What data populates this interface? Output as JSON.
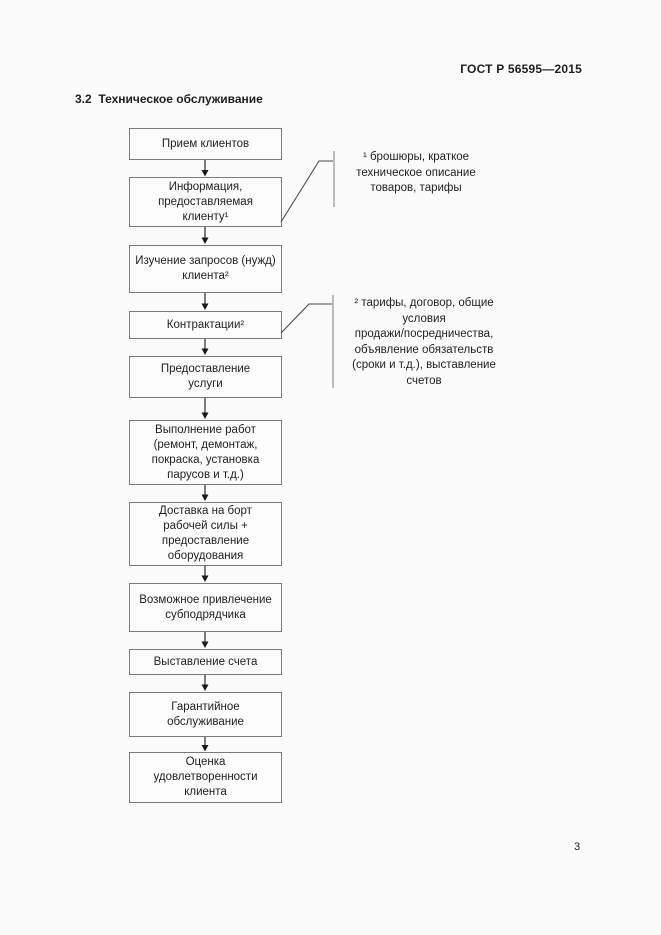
{
  "page": {
    "document_header": "ГОСТ Р 56595—2015",
    "section_title": "3.2  Техническое обслуживание",
    "page_number": "3"
  },
  "flowchart": {
    "boxes": [
      {
        "label": "Прием клиентов"
      },
      {
        "label": "Информация,\nпредоставляемая\nклиенту¹"
      },
      {
        "label": "Изучение запросов (нужд)\nклиента²"
      },
      {
        "label": "Контрактации²"
      },
      {
        "label": "Предоставление\nуслуги"
      },
      {
        "label": "Выполнение работ\n(ремонт, демонтаж,\nпокраска, установка\nпарусов и т.д.)"
      },
      {
        "label": "Доставка на борт\nрабочей силы +\nпредоставление\nоборудования"
      },
      {
        "label": "Возможное привлечение\nсубподрядчика"
      },
      {
        "label": "Выставление счета"
      },
      {
        "label": "Гарантийное\nобслуживание"
      },
      {
        "label": "Оценка\nудовлетворенности\nклиента"
      }
    ],
    "annotations": [
      {
        "label": "¹ брошюры, краткое\nтехническое описание\nтоваров, тарифы"
      },
      {
        "label": "² тарифы, договор, общие\nусловия\nпродажи/посредничества,\nобъявление обязательств\n(сроки и т.д.), выставление\nсчетов"
      }
    ]
  },
  "colors": {
    "page_background": "#fbfbfb",
    "box_border": "#7a7a7a",
    "text": "#1f1f1f",
    "arrow": "#2a2a2a",
    "diagonal_connector": "#4a4a4a",
    "bracket_line": "#9a9a9a"
  }
}
